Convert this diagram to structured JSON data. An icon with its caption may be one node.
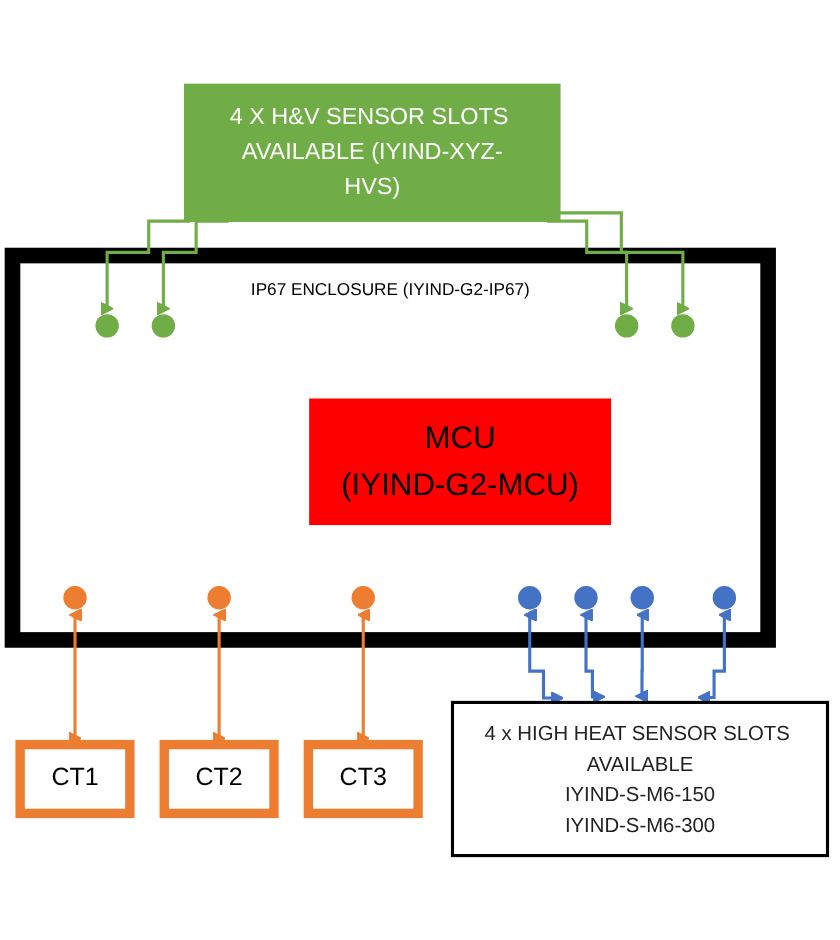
{
  "diagram": {
    "nodes": [
      {
        "text": [
          "4 X H&V SENSOR SLOTS AVAILABLE (IYIND-XYZ-HVS)"
        ]
      },
      {
        "text": [
          "IP67 ENCLOSURE (IYIND-G2-IP67)"
        ]
      },
      {
        "text": [],
        "shape": "circle",
        "in": 1
      },
      {
        "text": [],
        "shape": "circle",
        "in": 1
      },
      {
        "text": [],
        "shape": "circle",
        "in": 1
      },
      {
        "text": [],
        "shape": "circle",
        "in": 1
      },
      {
        "text": [
          "MCU",
          "(IYIND-G2-MCU)"
        ],
        "in": 1
      },
      {
        "text": [],
        "shape": "circle",
        "in": 1
      },
      {
        "text": [],
        "shape": "circle",
        "in": 1
      },
      {
        "text": [],
        "shape": "circle",
        "in": 1
      },
      {
        "text": [],
        "shape": "circle",
        "in": 1
      },
      {
        "text": [],
        "shape": "circle",
        "in": 1
      },
      {
        "text": [],
        "shape": "circle",
        "in": 1
      },
      {
        "text": [],
        "shape": "circle",
        "in": 1
      },
      {
        "text": [
          "CT1"
        ]
      },
      {
        "text": [
          "CT2"
        ]
      },
      {
        "text": [
          "CT3"
        ]
      },
      {
        "text": [
          "4 x HIGH HEAT SENSOR SLOTS AVAILABLE",
          "IYIND-S-M6-150",
          "IYIND-S-M6-300"
        ]
      }
    ],
    "edges": [
      {
        "from": 0,
        "to": 2,
        "arrow": "to",
        "color": "#70ad47"
      },
      {
        "from": 0,
        "to": 3,
        "arrow": "to",
        "color": "#70ad47"
      },
      {
        "from": 0,
        "to": 4,
        "arrow": "to",
        "color": "#70ad47"
      },
      {
        "from": 0,
        "to": 5,
        "arrow": "to",
        "color": "#70ad47"
      },
      {
        "from": 7,
        "to": 14,
        "arrow": "both",
        "color": "#ed7d31"
      },
      {
        "from": 8,
        "to": 15,
        "arrow": "both",
        "color": "#ed7d31"
      },
      {
        "from": 9,
        "to": 16,
        "arrow": "both",
        "color": "#ed7d31"
      },
      {
        "from": 10,
        "to": 17,
        "arrow": "both",
        "color": "#4472c4"
      },
      {
        "from": 11,
        "to": 17,
        "arrow": "both",
        "color": "#4472c4"
      },
      {
        "from": 12,
        "to": 17,
        "arrow": "both",
        "color": "#4472c4"
      },
      {
        "from": 13,
        "to": 17,
        "arrow": "both",
        "color": "#4472c4"
      }
    ]
  }
}
